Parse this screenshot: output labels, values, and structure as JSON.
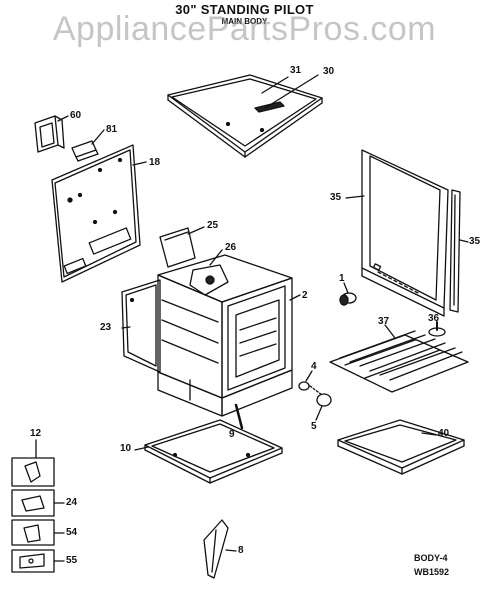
{
  "header": {
    "title": "30\" STANDING PILOT",
    "subtitle": "MAIN BODY"
  },
  "watermark": "AppliancePartsPros.com",
  "callouts": [
    "31",
    "30",
    "60",
    "81",
    "18",
    "25",
    "26",
    "35",
    "35",
    "2",
    "1",
    "36",
    "23",
    "37",
    "4",
    "9",
    "5",
    "10",
    "12",
    "40",
    "24",
    "54",
    "55",
    "8"
  ],
  "codes": {
    "body": "BODY-4",
    "ref": "WB1592"
  }
}
